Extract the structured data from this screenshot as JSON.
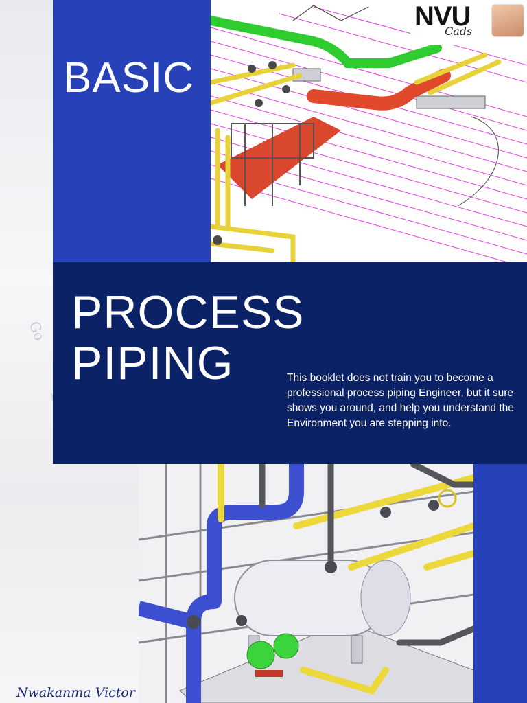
{
  "cover": {
    "title_line1": "BASIC",
    "title_line2": "PROCESS",
    "title_line3": "PIPING",
    "blurb": "This booklet does not train you to become a professional process piping Engineer, but it sure shows you around, and help you understand the Environment you are stepping into.",
    "author": "Nwakanma Victor"
  },
  "logo": {
    "text": "NVU",
    "subtext": "Cads"
  },
  "images": {
    "top": "3d-piping-model-top",
    "bottom": "3d-piping-vessel-model"
  },
  "colors": {
    "royal_blue": "#2741b8",
    "navy": "#0c2266",
    "text": "#ffffff"
  }
}
